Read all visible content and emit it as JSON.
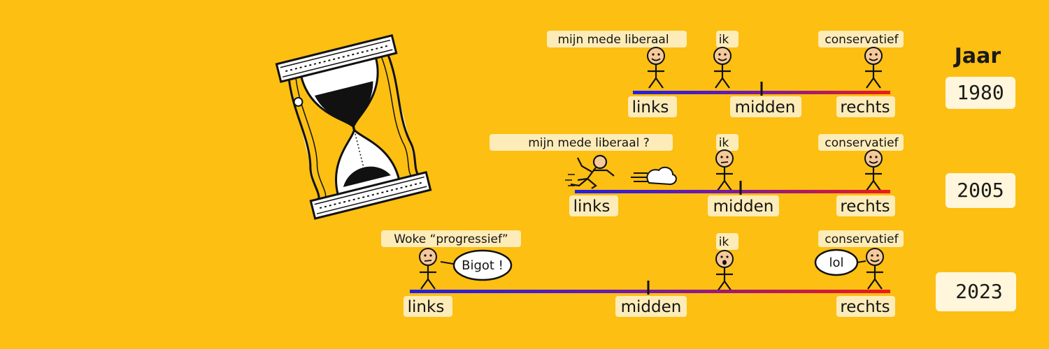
{
  "year_heading": "Jaar",
  "rows": [
    {
      "year": "1980",
      "axis_labels": {
        "left": "links",
        "middle": "midden",
        "right": "rechts"
      },
      "figures": {
        "left_label": "mijn mede liberaal",
        "me_label": "ik",
        "right_label": "conservatief"
      }
    },
    {
      "year": "2005",
      "axis_labels": {
        "left": "links",
        "middle": "midden",
        "right": "rechts"
      },
      "figures": {
        "left_label": "mijn mede liberaal ?",
        "me_label": "ik",
        "right_label": "conservatief"
      }
    },
    {
      "year": "2023",
      "axis_labels": {
        "left": "links",
        "middle": "midden",
        "right": "rechts"
      },
      "figures": {
        "left_label": "Woke “progressief”",
        "me_label": "ik",
        "right_label": "conservatief"
      },
      "bubbles": {
        "left": "Bigot !",
        "right": "lol"
      }
    }
  ],
  "colors": {
    "background": "#fcbf12",
    "axis_left": "#1f1fe6",
    "axis_middle": "#7a1aa0",
    "axis_right": "#ee1b1b",
    "face": "#f6c99a"
  }
}
